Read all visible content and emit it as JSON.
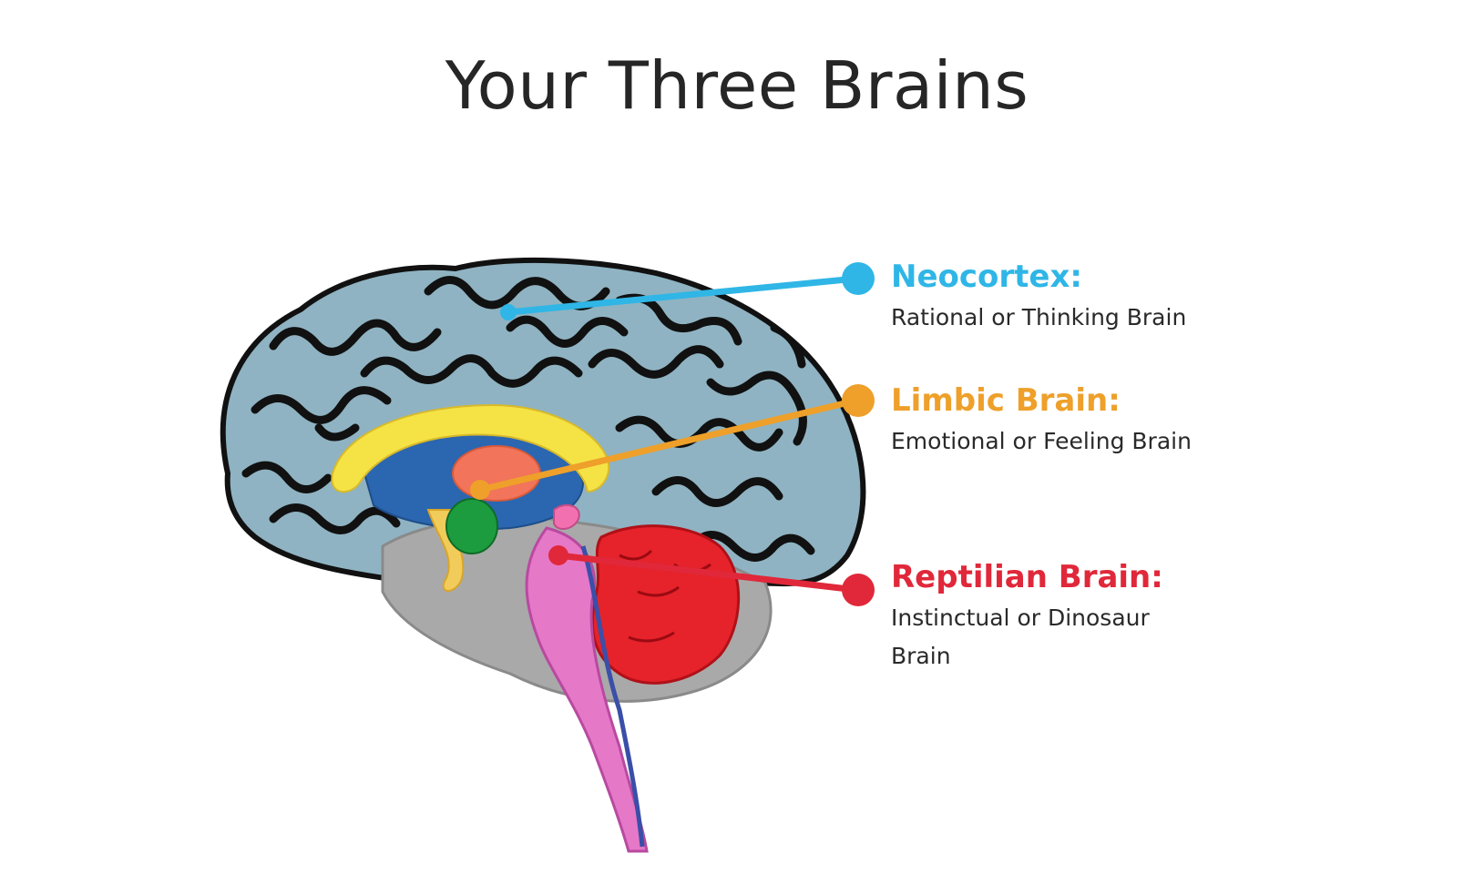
{
  "title": "Your Three Brains",
  "colors": {
    "neocortex": "#2fb6e6",
    "limbic": "#eea02a",
    "reptilian": "#e0283a",
    "cortex_fill": "#8fb3c2",
    "gyri_outline": "#111111",
    "brainstem": "#e678c8",
    "cerebellum": "#e6222a",
    "corpus_callosum": "#f5e346",
    "thalamus": "#f2745a",
    "amygdala": "#1c9c3e"
  },
  "labels": [
    {
      "id": "neocortex",
      "heading": "Neocortex:",
      "description": "Rational or Thinking Brain"
    },
    {
      "id": "limbic",
      "heading": "Limbic Brain:",
      "description": "Emotional or Feeling Brain"
    },
    {
      "id": "reptilian",
      "heading": "Reptilian Brain:",
      "description": "Instinctual or Dinosaur Brain"
    }
  ]
}
